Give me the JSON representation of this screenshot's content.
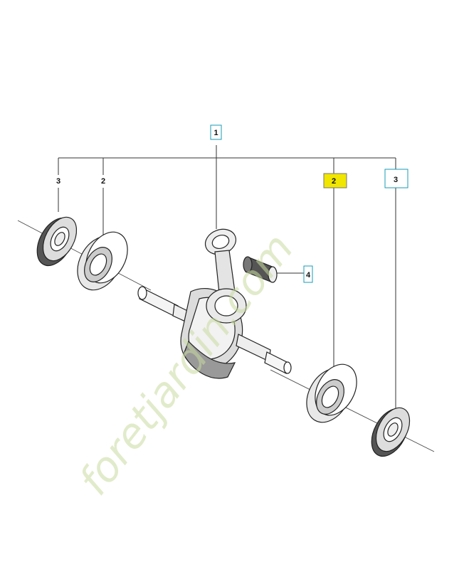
{
  "callouts": [
    {
      "id": "c1",
      "label": "1",
      "style": "outlined",
      "part": "connecting-rod"
    },
    {
      "id": "c2a",
      "label": "2",
      "style": "plain",
      "part": "left-bearing"
    },
    {
      "id": "c3a",
      "label": "3",
      "style": "plain",
      "part": "left-seal"
    },
    {
      "id": "c2b",
      "label": "2",
      "style": "highlighted",
      "part": "right-bearing"
    },
    {
      "id": "c3b",
      "label": "3",
      "style": "outlined",
      "part": "right-seal"
    },
    {
      "id": "c4",
      "label": "4",
      "style": "outlined",
      "part": "needle-bearing"
    }
  ],
  "watermark": {
    "text": "foretjardin.com",
    "color": "#c9dca1"
  },
  "colors": {
    "outline": "#1a9bb5",
    "highlight": "#f0e600",
    "ink": "#222222"
  }
}
